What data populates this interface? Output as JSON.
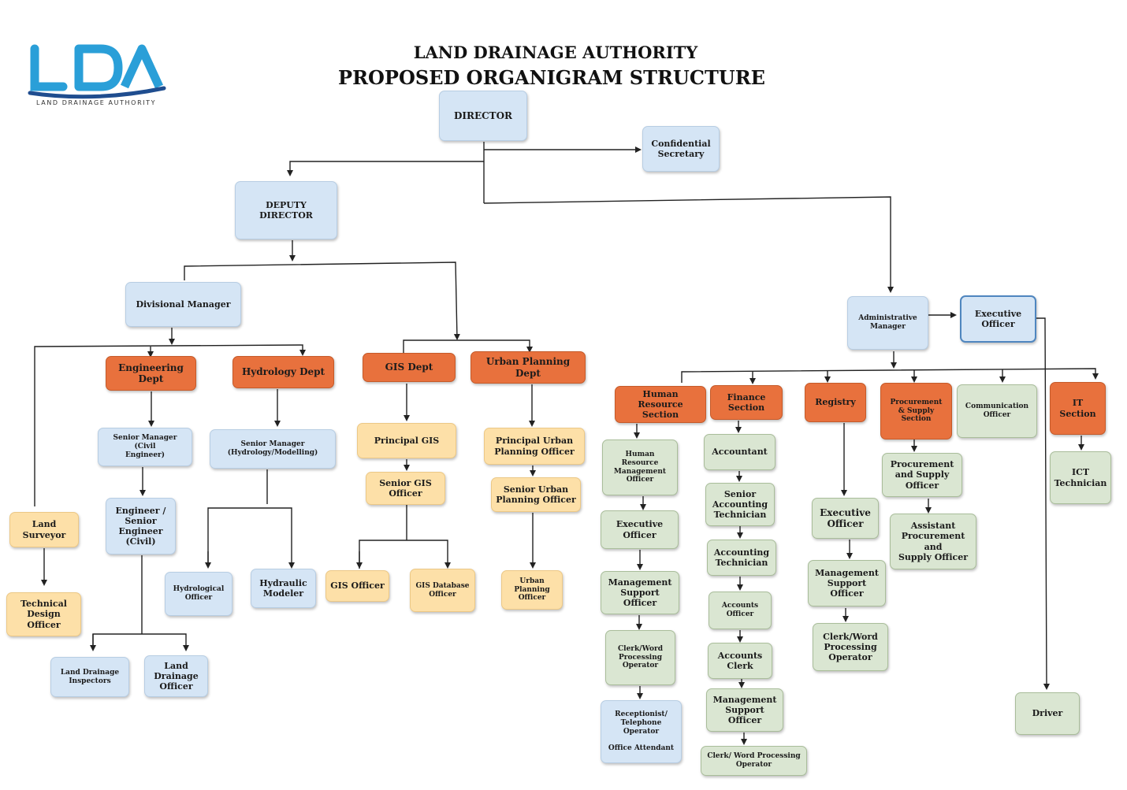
{
  "header": {
    "logo_text": "LDA",
    "logo_subtitle": "LAND DRAINAGE AUTHORITY",
    "title_line1": "LAND DRAINAGE AUTHORITY",
    "title_line2": "PROPOSED ORGANIGRAM STRUCTURE"
  },
  "colors": {
    "light_blue": "#d5e5f5",
    "orange": "#e8713d",
    "peach": "#fde0a8",
    "light_green": "#dae6d2",
    "logo_blue": "#2a9fd8",
    "logo_navy": "#1f4d8f"
  },
  "nodes": {
    "director": "DIRECTOR",
    "confidential_secretary": "Confidential\nSecretary",
    "deputy_director": "DEPUTY\nDIRECTOR",
    "divisional_manager": "Divisional Manager",
    "engineering_dept": "Engineering Dept",
    "hydrology_dept": "Hydrology Dept",
    "gis_dept": "GIS Dept",
    "urban_planning_dept": "Urban Planning Dept",
    "senior_manager_civil": "Senior Manager (Civil\nEngineer)",
    "senior_manager_hydrology": "Senior Manager\n(Hydrology/Modelling)",
    "principal_gis": "Principal GIS",
    "principal_urban_planning": "Principal Urban\nPlanning Officer",
    "senior_gis_officer": "Senior  GIS\nOfficer",
    "senior_urban_planning": "Senior Urban\nPlanning  Officer",
    "land_surveyor": "Land\nSurveyor",
    "engineer_senior": "Engineer /\nSenior\nEngineer\n(Civil)",
    "technical_design_officer": "Technical\nDesign Officer",
    "hydrological_officer": "Hydrological\nOfficer",
    "hydraulic_modeler": "Hydraulic\nModeler",
    "gis_officer": "GIS Officer",
    "gis_database_officer": "GIS Database\nOfficer",
    "urban_planning_officer": "Urban\nPlanning\nOfficer",
    "land_drainage_inspectors": "Land Drainage\nInspectors",
    "land_drainage_officer": "Land\nDrainage\nOfficer",
    "administrative_manager": "Administrative\nManager",
    "executive_officer_admin": "Executive\nOfficer",
    "hr_section": "Human Resource\nSection",
    "finance_section": "Finance\nSection",
    "registry": "Registry",
    "procurement_section": "Procurement\n& Supply\nSection",
    "communication_officer": "Communication\nOfficer",
    "it_section": "IT\nSection",
    "hr_management_officer": "Human\nResource\nManagement\nOfficer",
    "hr_executive_officer": "Executive\nOfficer",
    "hr_management_support": "Management\nSupport Officer",
    "hr_clerk": "Clerk/Word\nProcessing\nOperator",
    "hr_receptionist": "Receptionist/\nTelephone\nOperator\n\nOffice Attendant",
    "accountant": "Accountant",
    "senior_accounting_technician": "Senior\nAccounting\nTechnician",
    "accounting_technician": "Accounting\nTechnician",
    "accounts_officer": "Accounts\nOfficer",
    "accounts_clerk": "Accounts\nClerk",
    "fin_management_support": "Management\nSupport\nOfficer",
    "fin_clerk": "Clerk/ Word Processing\nOperator",
    "reg_executive_officer": "Executive\nOfficer",
    "reg_management_support": "Management\nSupport Officer",
    "reg_clerk": "Clerk/Word\nProcessing\nOperator",
    "procurement_officer": "Procurement\nand Supply\nOfficer",
    "assistant_procurement": "Assistant\nProcurement and\nSupply Officer",
    "ict_technician": "ICT\nTechnician",
    "driver": "Driver"
  }
}
